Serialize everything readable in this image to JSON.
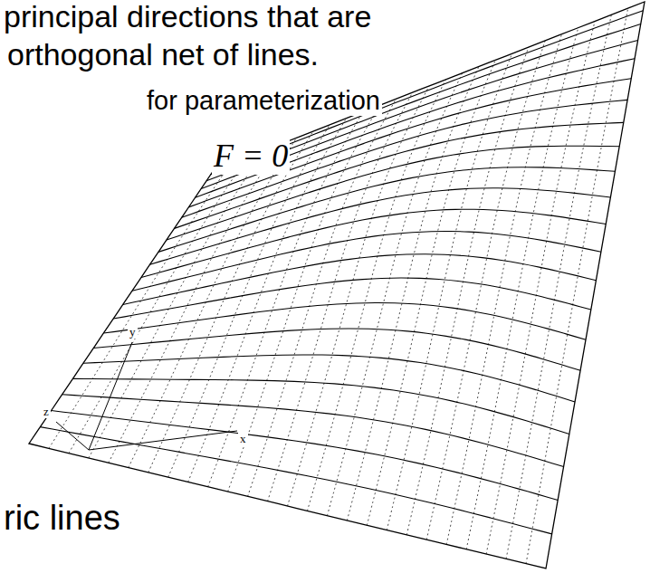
{
  "diagram": {
    "labels": [
      "principal directions that are",
      "orthogonal net of lines.",
      "for parameterization",
      "F = 0",
      "ric lines",
      "z",
      "y",
      "x"
    ]
  }
}
